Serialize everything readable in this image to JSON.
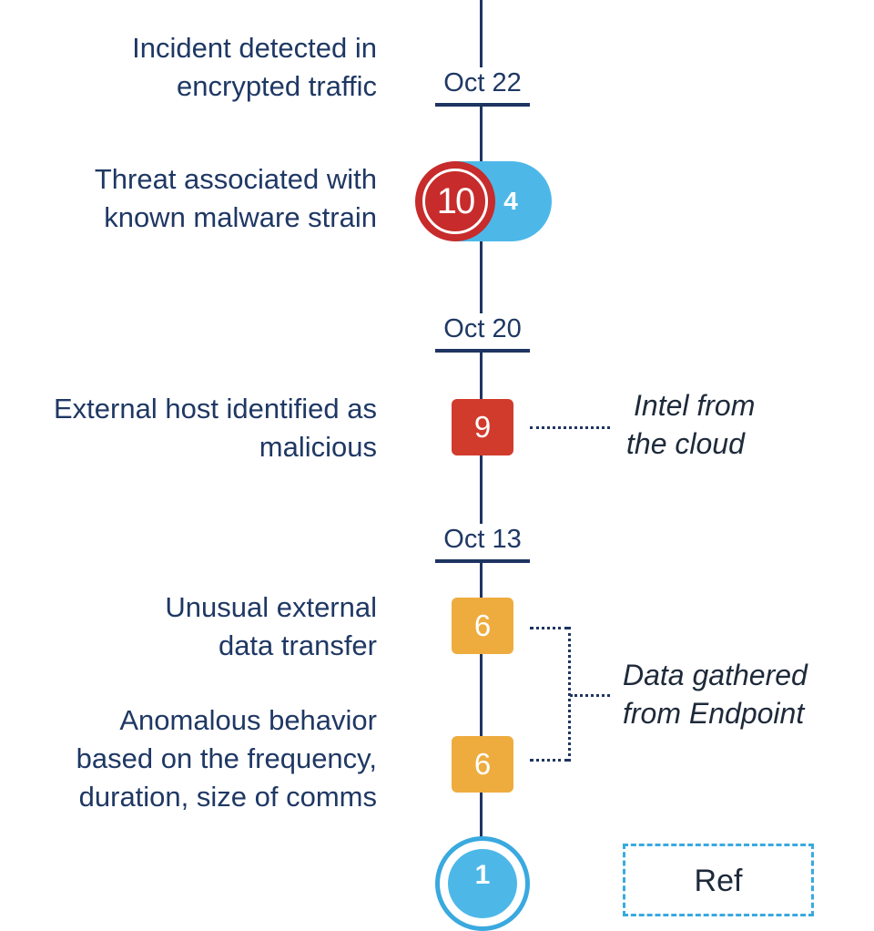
{
  "events": [
    {
      "text_lines": [
        "Incident detected in",
        "encrypted traffic"
      ]
    },
    {
      "text_lines": [
        "Threat associated with",
        "known malware strain"
      ],
      "score": "10",
      "badge": "4"
    },
    {
      "text_lines": [
        "External host identified as",
        "malicious"
      ],
      "score": "9",
      "score_color": "#d13b2c"
    },
    {
      "text_lines": [
        "Unusual external",
        "data transfer"
      ],
      "score": "6",
      "score_color": "#eeac3f"
    },
    {
      "text_lines": [
        "Anomalous behavior",
        "based on the frequency,",
        "duration, size of comms"
      ],
      "score": "6",
      "score_color": "#eeac3f"
    }
  ],
  "dates": [
    "Oct 22",
    "Oct 20",
    "Oct 13"
  ],
  "notes": {
    "cloud": [
      "Intel from",
      "the cloud"
    ],
    "endpoint": [
      "Data gathered",
      "from Endpoint"
    ]
  },
  "bottom": {
    "circle_number": "1",
    "box_text": "Ref"
  },
  "colors": {
    "navy": "#1f3864",
    "spine": "#1e3461",
    "red": "#d13b2c",
    "dark_red": "#c72b2b",
    "amber": "#eeac3f",
    "light_blue": "#4db8e8"
  }
}
